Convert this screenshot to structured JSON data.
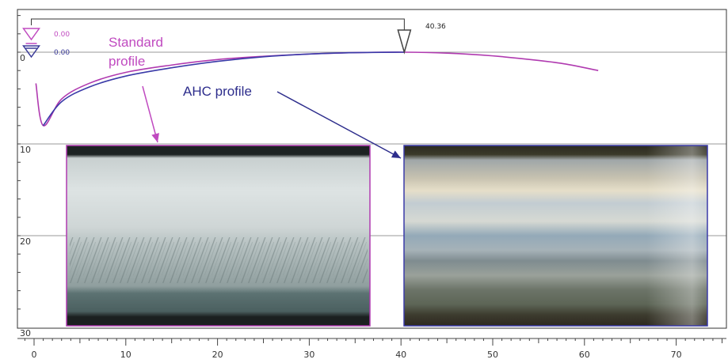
{
  "chart_data": {
    "type": "line",
    "title": "",
    "xlabel": "",
    "ylabel": "",
    "xlim": [
      -3,
      74
    ],
    "ylim": [
      30,
      -3
    ],
    "x_ticks": [
      0,
      10,
      20,
      30,
      40,
      50,
      60,
      70
    ],
    "x_tick_labels": [
      "0",
      "10",
      "20",
      "30",
      "40",
      "50",
      "60",
      "70"
    ],
    "y_ticks": [
      0,
      10,
      20,
      30
    ],
    "y_tick_labels": [
      "0",
      "10",
      "20",
      "30"
    ],
    "grid_y": [
      0,
      10,
      20,
      30
    ],
    "series": [
      {
        "color": "#b03ab0",
        "x": [
          0.2,
          1,
          3,
          6,
          10,
          15,
          20,
          25,
          30,
          35,
          40.36,
          45,
          50,
          55,
          58,
          61.5
        ],
        "y": [
          3.4,
          8.0,
          5.1,
          3.4,
          2.2,
          1.4,
          0.8,
          0.45,
          0.2,
          0.05,
          0,
          0.1,
          0.4,
          0.9,
          1.3,
          2.0
        ]
      },
      {
        "color": "#3a3aa8",
        "x": [
          1,
          3,
          6,
          10,
          15,
          20,
          25,
          30,
          35,
          40.36
        ],
        "y": [
          8.0,
          5.4,
          3.8,
          2.6,
          1.7,
          1.0,
          0.5,
          0.2,
          0.05,
          0
        ]
      }
    ],
    "markers": [
      {
        "label": "0.00",
        "x": -0.3,
        "y": -2.0,
        "color": "#c04ac0"
      },
      {
        "label": "0.00",
        "x": -0.3,
        "y": -0.2,
        "color": "#3a3a98"
      },
      {
        "label": "40.36",
        "x": 40.36,
        "y": 0,
        "color": "#444444"
      }
    ],
    "annotations": [
      {
        "lines": [
          "Standard",
          "profile"
        ],
        "color": "#c04ac0"
      },
      {
        "lines": [
          "AHC profile"
        ],
        "color": "#2d2d8c"
      }
    ]
  },
  "photos": {
    "standard_border_color": "#b03ab0",
    "ahc_border_color": "#3a3aa8"
  }
}
